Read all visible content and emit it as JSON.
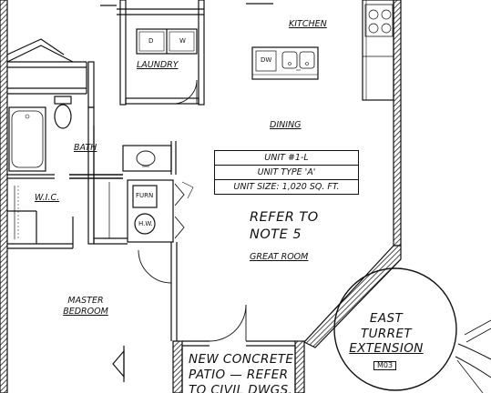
{
  "rooms": {
    "kitchen": "KITCHEN",
    "laundry": "LAUNDRY",
    "dining": "DINING",
    "bath": "BATH",
    "wic": "W.I.C.",
    "great_room": "GREAT ROOM",
    "master_line1": "MASTER",
    "master_line2": "BEDROOM"
  },
  "fixtures": {
    "dryer": "D",
    "washer": "W",
    "dishwasher": "DW",
    "furnace": "FURN",
    "water_heater": "H.W."
  },
  "unit_info": {
    "unit": "UNIT #1-L",
    "type": "UNIT TYPE 'A'",
    "size": "UNIT SIZE: 1,020 SQ. FT."
  },
  "notes": {
    "refer_line1": "REFER TO",
    "refer_line2": "NOTE 5",
    "patio_line1": "NEW CONCRETE",
    "patio_line2": "PATIO — REFER",
    "patio_line3": "TO CIVIL DWGS."
  },
  "turret": {
    "line1": "EAST",
    "line2": "TURRET",
    "line3": "EXTENSION",
    "ref": "M03"
  }
}
